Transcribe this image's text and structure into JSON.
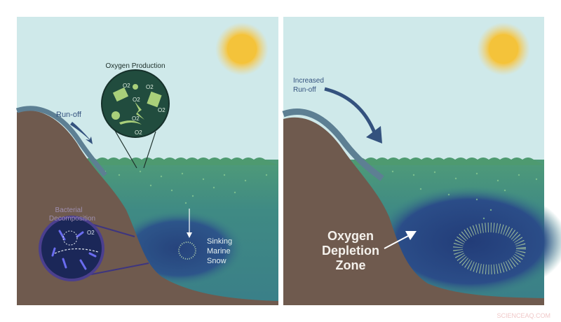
{
  "left_panel": {
    "runoff_label": "Run-off",
    "oxygen_production_label": "Oxygen Production",
    "o2_label": "O2",
    "bacterial_label_line1": "Bacterial",
    "bacterial_label_line2": "Decomposition",
    "marine_snow_line1": "Sinking",
    "marine_snow_line2": "Marine",
    "marine_snow_line3": "Snow"
  },
  "right_panel": {
    "runoff_line1": "Increased",
    "runoff_line2": "Run-off",
    "zone_line1": "Oxygen",
    "zone_line2": "Depletion",
    "zone_line3": "Zone"
  },
  "watermark": "SCIENCEAQ.COM",
  "colors": {
    "sky": "#cfe9ea",
    "land": "#6f5a4e",
    "water": "#3e8985",
    "surface": "#4f9b7a",
    "depletion": "#2b4d88",
    "sun": "#f3c744",
    "arrow": "#34527e"
  }
}
